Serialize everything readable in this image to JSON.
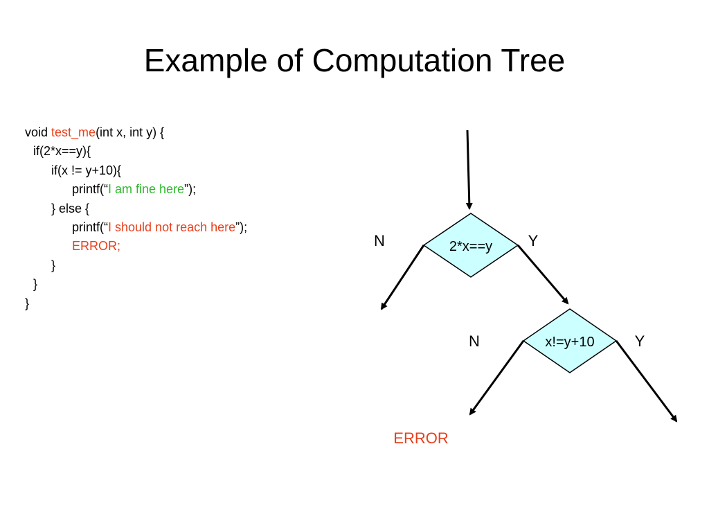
{
  "title": "Example of Computation Tree",
  "code": {
    "line1": {
      "pre": "void ",
      "fn": "test_me",
      "post": "(int x, int y) {"
    },
    "line2": "if(2*x==y){",
    "line3": "if(x != y+10){",
    "line4": {
      "pre": "printf(“",
      "msg": "I am fine here",
      "post": "”);"
    },
    "line5": "} else {",
    "line6": {
      "pre": "printf(“",
      "msg": "I should not reach here",
      "post": "”);"
    },
    "line7": "ERROR;",
    "line8": "}",
    "line9": "}",
    "line10": "}"
  },
  "tree": {
    "node1": {
      "label": "2*x==y",
      "no": "N",
      "yes": "Y"
    },
    "node2": {
      "label": "x!=y+10",
      "no": "N",
      "yes": "Y"
    },
    "error_label": "ERROR"
  },
  "colors": {
    "highlight_red": "#e8401c",
    "highlight_green": "#2eb82e",
    "node_fill": "#ccffff"
  }
}
